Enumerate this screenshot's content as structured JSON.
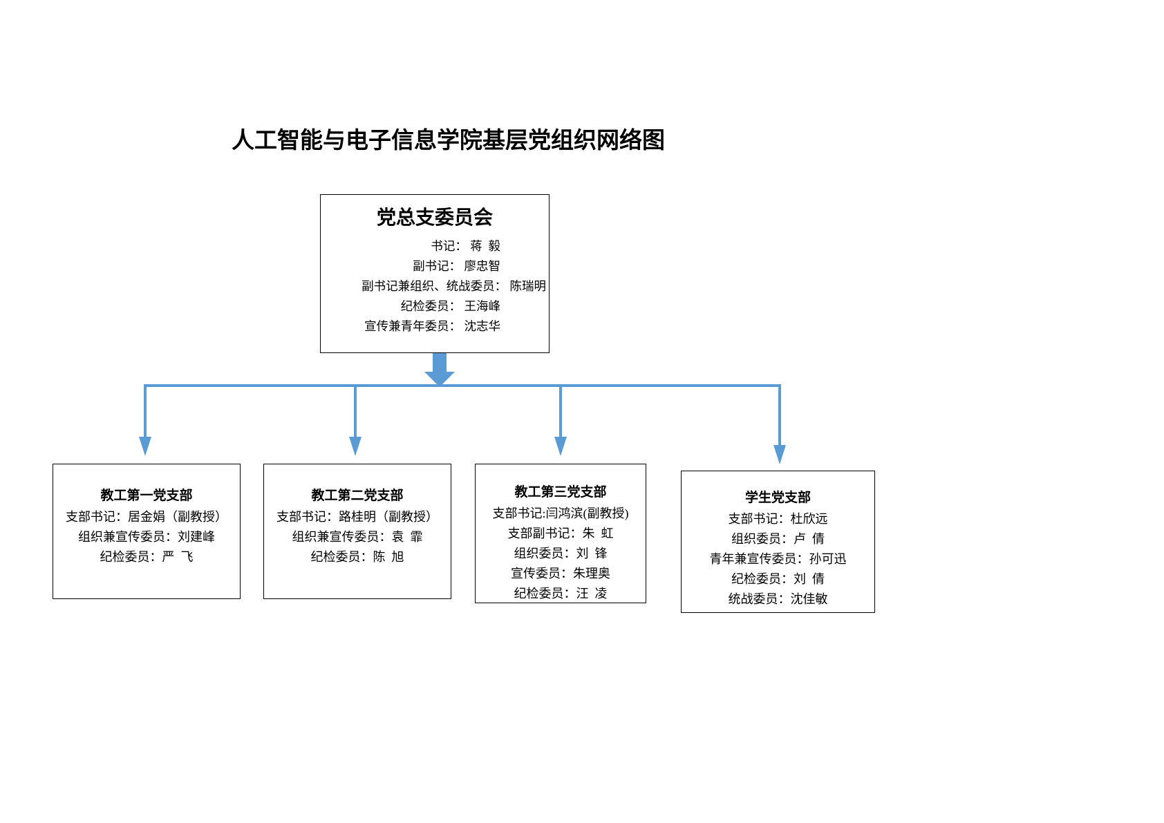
{
  "title": "人工智能与电子信息学院基层党组织网络图",
  "colors": {
    "connector": "#5B9BD5",
    "box_border": "#000000",
    "text": "#000000",
    "background": "#FFFFFF"
  },
  "root": {
    "name": "党总支委员会",
    "lines": [
      "书记： 蒋  毅",
      "副书记： 廖忠智",
      "副书记兼组织、统战委员： 陈瑞明",
      "纪检委员： 王海峰",
      "宣传兼青年委员： 沈志华"
    ]
  },
  "children": [
    {
      "name": "教工第一党支部",
      "lines": [
        "支部书记：居金娟（副教授）",
        "组织兼宣传委员：刘建峰",
        "纪检委员：严  飞"
      ]
    },
    {
      "name": "教工第二党支部",
      "lines": [
        "支部书记：路桂明（副教授）",
        "组织兼宣传委员：袁  霏",
        "纪检委员：陈  旭"
      ]
    },
    {
      "name": "教工第三党支部",
      "lines": [
        "支部书记:闫鸿滨(副教授)",
        "支部副书记：朱  虹",
        "组织委员：刘  锋",
        "宣传委员：朱理奥",
        "纪检委员：汪  凌"
      ]
    },
    {
      "name": "学生党支部",
      "lines": [
        "支部书记：杜欣远",
        "组织委员：卢  倩",
        "青年兼宣传委员：孙可迅",
        "纪检委员：刘  倩",
        "统战委员：沈佳敏"
      ]
    }
  ]
}
